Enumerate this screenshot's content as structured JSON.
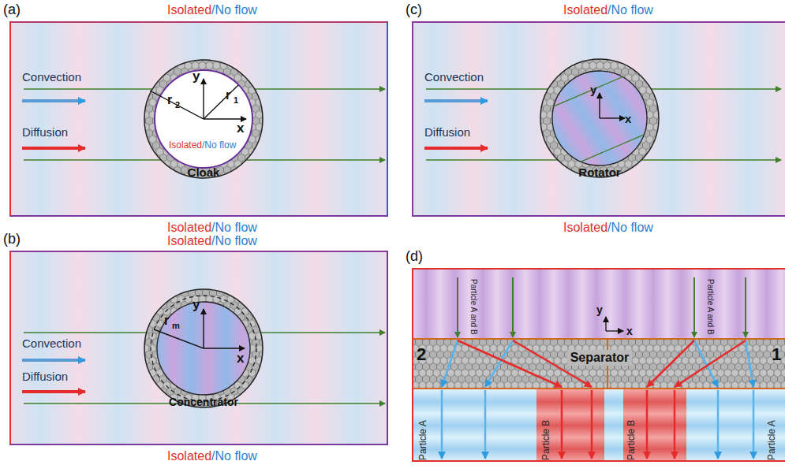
{
  "diagram": {
    "nodes": [
      {
        "text": [
          "(a)"
        ]
      },
      {
        "text": [
          "(b)"
        ]
      },
      {
        "text": [
          "(c)"
        ]
      },
      {
        "text": [
          "(d)"
        ]
      },
      {
        "text": [
          "Cloak"
        ],
        "in": 0
      },
      {
        "text": [
          "Concentrator"
        ],
        "in": 1
      },
      {
        "text": [
          "Rotator"
        ],
        "in": 2
      },
      {
        "text": [
          "Separator"
        ],
        "in": 3
      }
    ],
    "labels": [
      "Isolated",
      "/No flow",
      "Convection",
      "Diffusion",
      "y",
      "x",
      "r",
      "2",
      "r",
      "1",
      "Isolated",
      "/No flow",
      "Isolated",
      "/No flow",
      "Isolated",
      "/No flow",
      "Convection",
      "Diffusion",
      "y",
      "x",
      "r",
      "m",
      "Isolated",
      "/No flow",
      "Isolated",
      "/No flow",
      "Convection",
      "Diffusion",
      "y",
      "x",
      "Isolated",
      "/No flow",
      "Particle A and B",
      "Particle A and B",
      "y",
      "x",
      "2",
      "1",
      "Particle A",
      "Particle B",
      "Particle B",
      "Particle A"
    ]
  }
}
